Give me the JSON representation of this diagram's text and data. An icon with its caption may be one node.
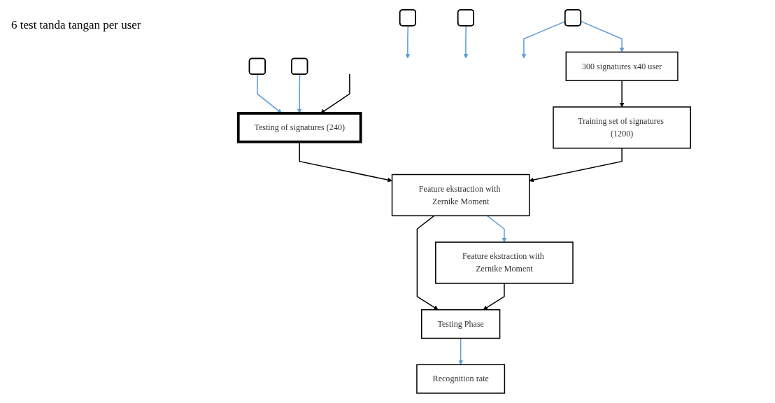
{
  "diagram": {
    "nodes": [
      {
        "text": [],
        "shape": "box"
      },
      {
        "text": [],
        "shape": "box"
      },
      {
        "text": [],
        "shape": "box"
      },
      {
        "text": [],
        "shape": "box"
      },
      {
        "text": [],
        "shape": "box"
      },
      {
        "text": [
          "300 signatures x40 user"
        ]
      },
      {
        "text": [
          "Testing of signatures (240)"
        ]
      },
      {
        "text": [
          "Training set of signatures (1200)"
        ]
      },
      {
        "text": [
          "Feature ekstraction with Zernike Moment"
        ]
      },
      {
        "text": [
          "Feature ekstraction with Zernike Moment"
        ]
      },
      {
        "text": [
          "Testing Phase"
        ]
      },
      {
        "text": [
          "Recognition rate"
        ]
      }
    ],
    "edges": [
      {
        "from": 0,
        "to": 6,
        "arrow": "to"
      },
      {
        "from": 1,
        "to": 6,
        "arrow": "to"
      },
      {
        "from": 2,
        "to": null,
        "arrow": "to"
      },
      {
        "from": 3,
        "to": null,
        "arrow": "to"
      },
      {
        "from": 4,
        "to": null,
        "arrow": "to"
      },
      {
        "from": 4,
        "to": 5,
        "arrow": "to"
      },
      {
        "from": null,
        "to": 6,
        "arrow": "to",
        "color": "#000000"
      },
      {
        "from": 5,
        "to": 7,
        "arrow": "to",
        "color": "#000000"
      },
      {
        "from": 6,
        "to": 8,
        "arrow": "to",
        "color": "#000000"
      },
      {
        "from": 7,
        "to": 8,
        "arrow": "to",
        "color": "#000000"
      },
      {
        "from": 8,
        "to": 9,
        "arrow": "to"
      },
      {
        "from": 8,
        "to": 10,
        "arrow": "to",
        "color": "#000000"
      },
      {
        "from": 9,
        "to": 10,
        "arrow": "to",
        "color": "#000000"
      },
      {
        "from": 10,
        "to": 11,
        "arrow": "to"
      }
    ],
    "labels": [
      "6 test tanda tangan per user"
    ]
  }
}
